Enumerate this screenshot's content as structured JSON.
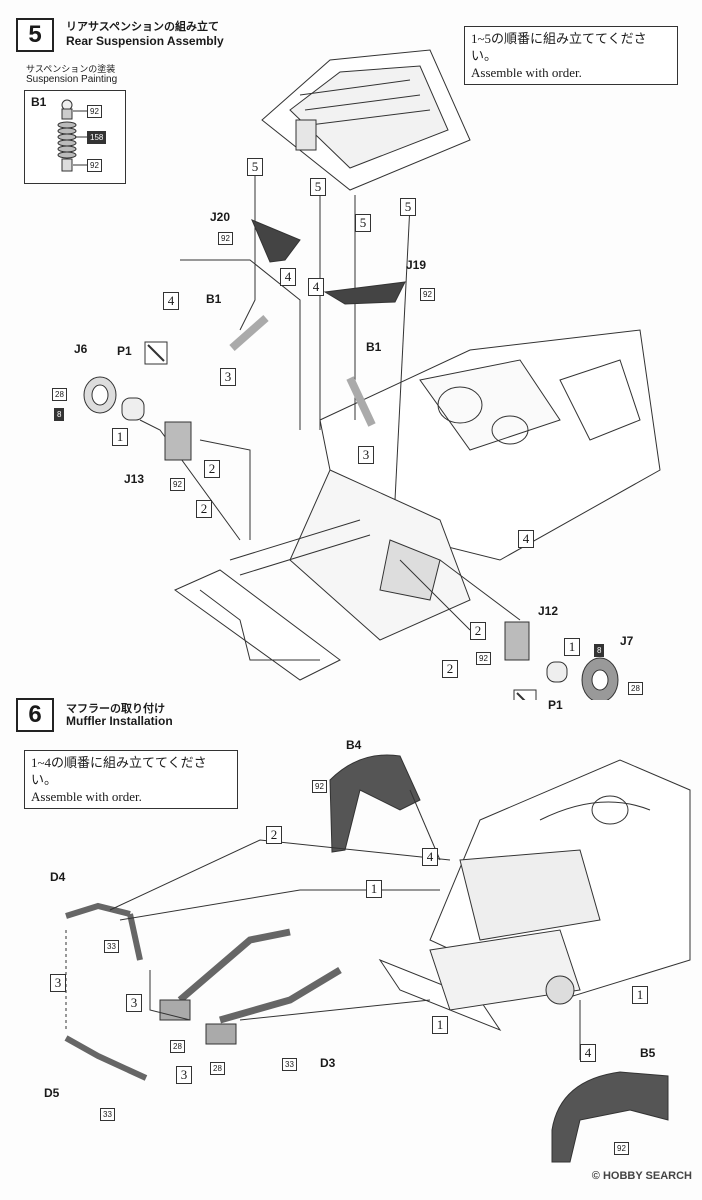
{
  "step5": {
    "number": "5",
    "title_jp": "リアサスペンションの組み立て",
    "title_en": "Rear Suspension Assembly",
    "note_jp": "1~5の順番に組み立ててください。",
    "note_en": "Assemble with order.",
    "painting_jp": "サスペンションの塗装",
    "painting_en": "Suspension Painting",
    "painting_part": "B1",
    "painting_colors": [
      "92",
      "158",
      "92"
    ],
    "parts": [
      "J20",
      "J19",
      "B1",
      "B1",
      "J6",
      "P1",
      "J13",
      "J12",
      "J7",
      "P1"
    ],
    "order_marks": [
      "5",
      "5",
      "5",
      "5",
      "4",
      "4",
      "4",
      "4",
      "3",
      "3",
      "2",
      "2",
      "2",
      "2",
      "1",
      "1"
    ],
    "color_codes": [
      "92",
      "92",
      "28",
      "8",
      "92",
      "8",
      "28",
      "92"
    ]
  },
  "step6": {
    "number": "6",
    "title_jp": "マフラーの取り付け",
    "title_en": "Muffler Installation",
    "note_jp": "1~4の順番に組み立ててください。",
    "note_en": "Assemble with order.",
    "parts": [
      "B4",
      "D4",
      "D5",
      "D3",
      "B5"
    ],
    "order_marks": [
      "2",
      "4",
      "1",
      "3",
      "3",
      "3",
      "1",
      "1",
      "4"
    ],
    "color_codes": [
      "92",
      "33",
      "28",
      "28",
      "33",
      "33",
      "92"
    ]
  },
  "footer": {
    "brand": "HOBBY SEARCH",
    "brand_mark": "©"
  }
}
